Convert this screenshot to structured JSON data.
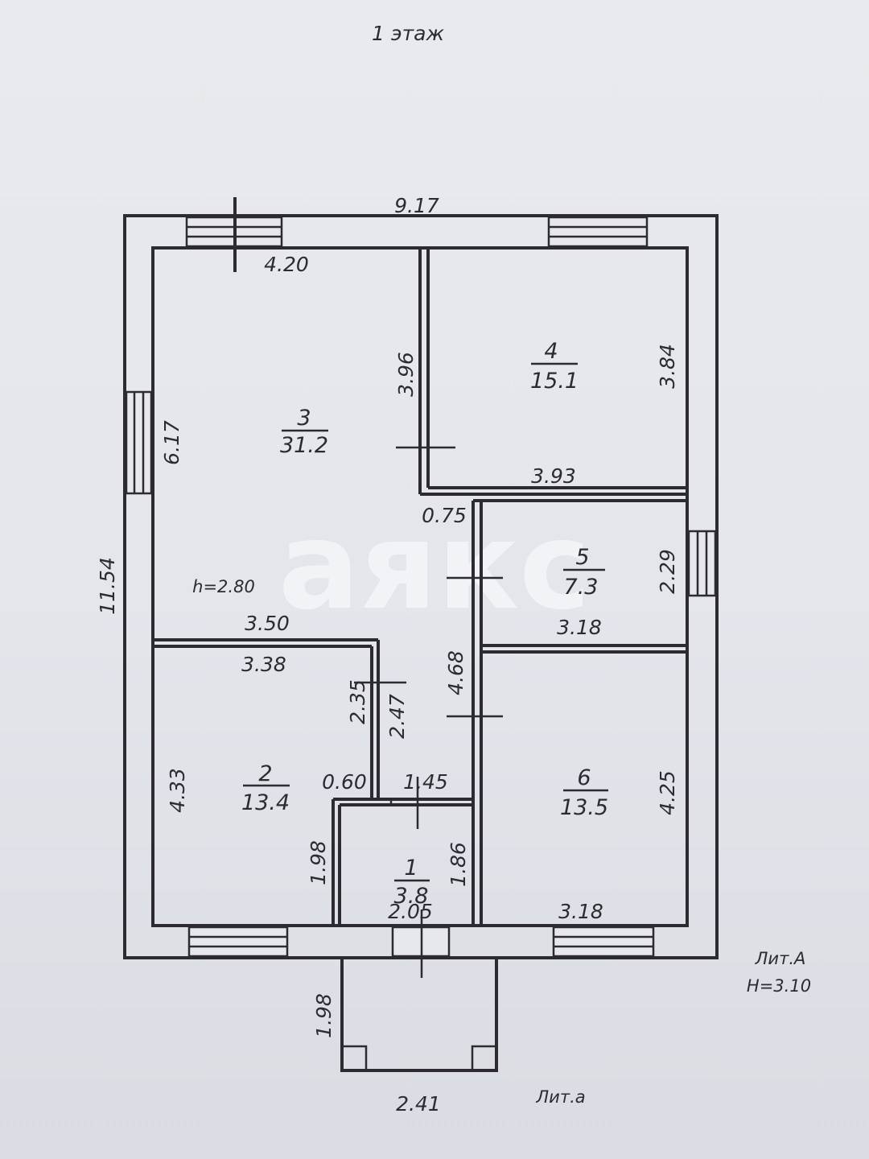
{
  "floor_title": "1 этаж",
  "watermark": "аякс",
  "outer_dims": {
    "width": "9.17",
    "height": "11.54"
  },
  "rooms": [
    {
      "number": "1",
      "area": "3.8"
    },
    {
      "number": "2",
      "area": "13.4"
    },
    {
      "number": "3",
      "area": "31.2"
    },
    {
      "number": "4",
      "area": "15.1"
    },
    {
      "number": "5",
      "area": "7.3"
    },
    {
      "number": "6",
      "area": "13.5"
    }
  ],
  "room3": {
    "top": "4.20",
    "left": "6.17",
    "right": "3.96",
    "bottom": "3.50",
    "corridor_w": "0.75",
    "corridor_h": "4.68",
    "height_note": "h=2.80"
  },
  "room4": {
    "bottom": "3.93",
    "right": "3.84"
  },
  "room5": {
    "bottom": "3.18",
    "right": "2.29"
  },
  "room2": {
    "top": "3.38",
    "left": "4.33",
    "right_a": "2.35",
    "right_b": "2.47",
    "step": "0.60",
    "right_c": "1.98"
  },
  "room1": {
    "top": "1.45",
    "right": "1.86",
    "bottom": "2.05"
  },
  "room6": {
    "bottom": "3.18",
    "right": "4.25"
  },
  "porch": {
    "height": "1.98",
    "width": "2.41",
    "label": "Лит.а"
  },
  "building": {
    "label": "Лит.А",
    "height": "Н=3.10"
  }
}
